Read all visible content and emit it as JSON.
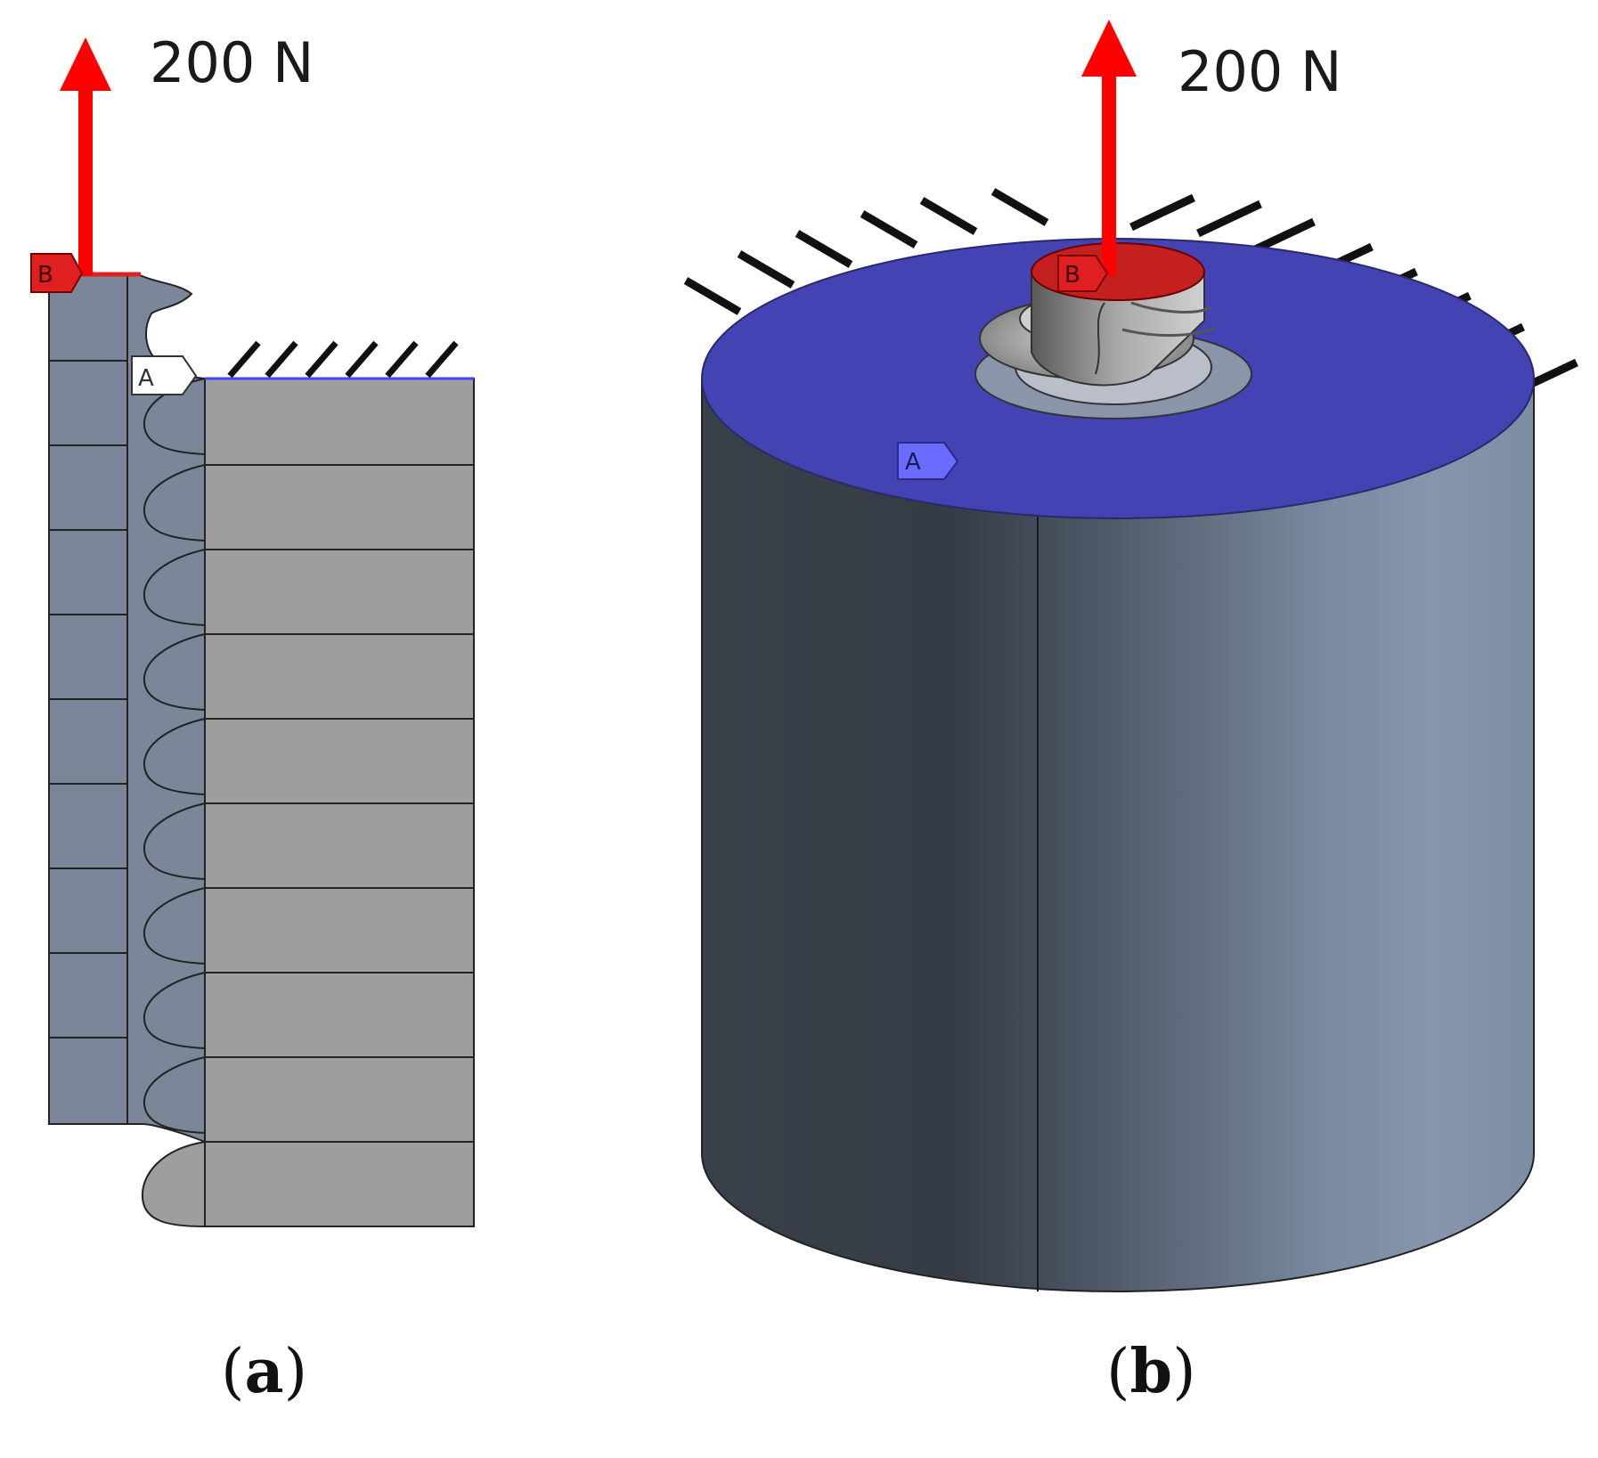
{
  "panel_a": {
    "force_label": "200 N",
    "tag_load": "B",
    "tag_support": "A",
    "caption_open": "(",
    "caption_letter": "a",
    "caption_close": ")"
  },
  "panel_b": {
    "force_label": "200 N",
    "tag_load": "B",
    "tag_support": "A",
    "caption_open": "(",
    "caption_letter": "b",
    "caption_close": ")"
  },
  "colors": {
    "force_arrow": "#ff0000",
    "load_tag": "#e02020",
    "support_face": "#4343b3",
    "bolt_body": "#7b8798",
    "block_section": "#9e9e9e"
  }
}
